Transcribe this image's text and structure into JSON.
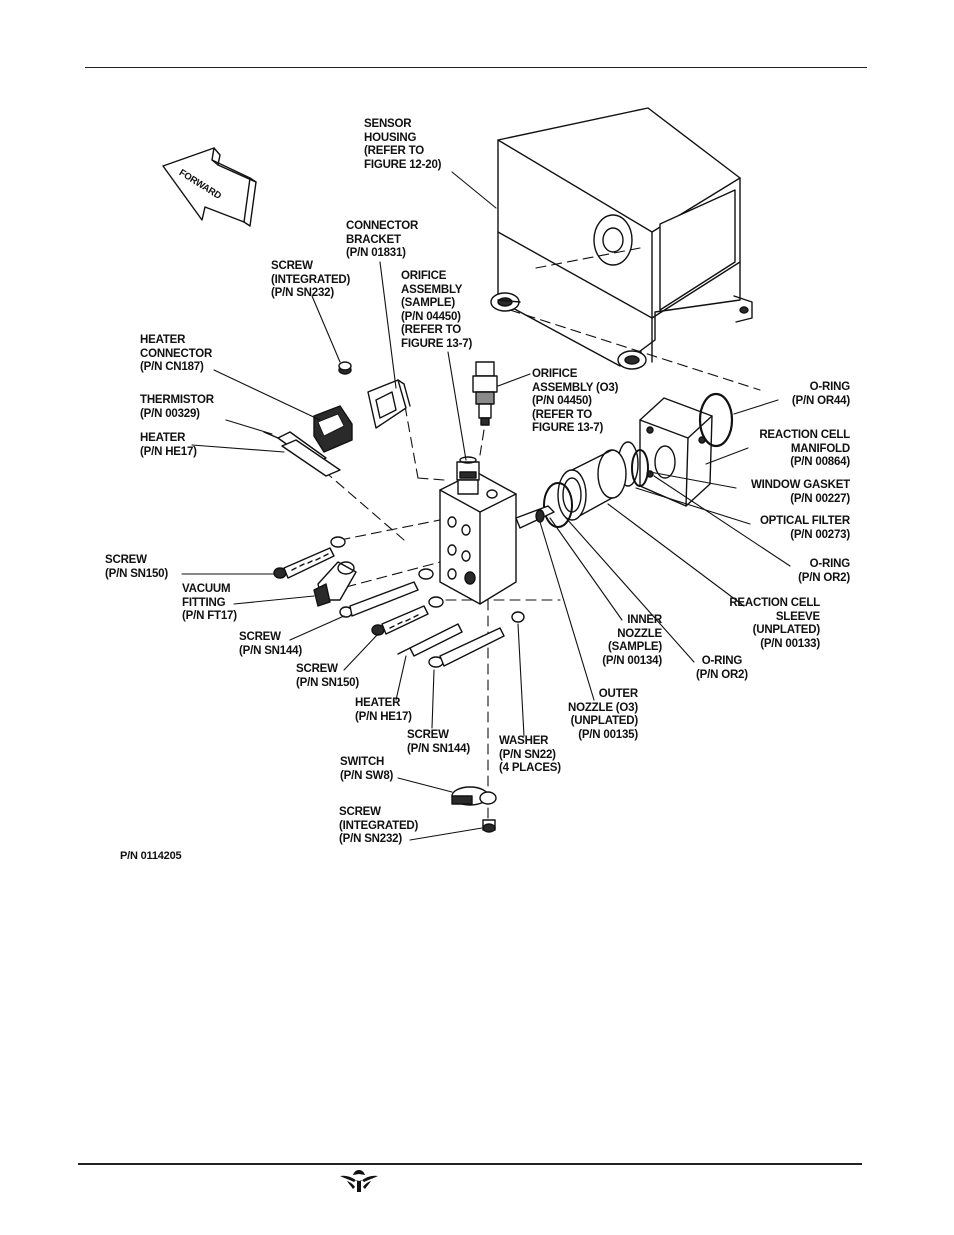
{
  "forward_arrow": {
    "label": "FORWARD"
  },
  "labels": {
    "sensor_housing": [
      "SENSOR",
      "HOUSING",
      "(REFER TO",
      "FIGURE 12-20)"
    ],
    "connector_bracket": [
      "CONNECTOR",
      "BRACKET",
      "(P/N 01831)"
    ],
    "screw_integrated_top": [
      "SCREW",
      "(INTEGRATED)",
      "(P/N SN232)"
    ],
    "orifice_sample": [
      "ORIFICE",
      "ASSEMBLY",
      "(SAMPLE)",
      "(P/N 04450)",
      "(REFER TO",
      "FIGURE 13-7)"
    ],
    "heater_connector": [
      "HEATER",
      "CONNECTOR",
      "(P/N CN187)"
    ],
    "orifice_o3": [
      "ORIFICE",
      "ASSEMBLY (O3)",
      "(P/N 04450)",
      "(REFER TO",
      "FIGURE 13-7)"
    ],
    "thermistor": [
      "THERMISTOR",
      "(P/N 00329)"
    ],
    "heater_left": [
      "HEATER",
      "(P/N HE17)"
    ],
    "oring_or44": [
      "O-RING",
      "(P/N OR44)"
    ],
    "reaction_cell_manifold": [
      "REACTION CELL",
      "MANIFOLD",
      "(P/N 00864)"
    ],
    "window_gasket": [
      "WINDOW GASKET",
      "(P/N 00227)"
    ],
    "optical_filter": [
      "OPTICAL FILTER",
      "(P/N 00273)"
    ],
    "oring_or2_right": [
      "O-RING",
      "(P/N OR2)"
    ],
    "reaction_cell_sleeve": [
      "REACTION CELL",
      "SLEEVE",
      "(UNPLATED)",
      "(P/N 00133)"
    ],
    "screw_sn150_left": [
      "SCREW",
      "(P/N SN150)"
    ],
    "vacuum_fitting": [
      "VACUUM",
      "FITTING",
      "(P/N FT17)"
    ],
    "inner_nozzle": [
      "INNER",
      "NOZZLE",
      "(SAMPLE)",
      "(P/N 00134)"
    ],
    "screw_sn144_a": [
      "SCREW",
      "(P/N SN144)"
    ],
    "oring_or2_mid": [
      "O-RING",
      "(P/N OR2)"
    ],
    "screw_sn150_b": [
      "SCREW",
      "(P/N SN150)"
    ],
    "outer_nozzle": [
      "OUTER",
      "NOZZLE (O3)",
      "(UNPLATED)",
      "(P/N 00135)"
    ],
    "heater_bottom": [
      "HEATER",
      "(P/N HE17)"
    ],
    "screw_sn144_b": [
      "SCREW",
      "(P/N SN144)"
    ],
    "washer": [
      "WASHER",
      "(P/N SN22)",
      "(4 PLACES)"
    ],
    "switch": [
      "SWITCH",
      "(P/N SW8)"
    ],
    "screw_integrated_bottom": [
      "SCREW",
      "(INTEGRATED)",
      "(P/N SN232)"
    ]
  },
  "part_number": "P/N 0114205",
  "colors": {
    "ink": "#111111",
    "fill_dark": "#2a2a2a",
    "fill_mid": "#8a8a8a",
    "paper": "#ffffff"
  },
  "icons": {
    "footer_logo": "teledyne-logo-icon",
    "forward": "forward-arrow-icon"
  }
}
